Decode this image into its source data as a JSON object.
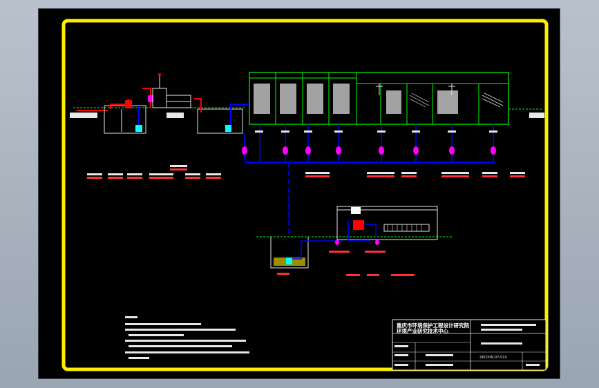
{
  "drawing": {
    "title_block": {
      "org_line1": "重庆市环境保护工程设计研究院",
      "org_line2": "环境产业研究技术中心",
      "drawing_no": "ZKC008-D7-010"
    }
  },
  "colors": {
    "background": "#000000",
    "frame": "#ffee00",
    "water_line": "#0000ff",
    "sludge_line": "#ff0000",
    "pump": "#ff00ff",
    "structure": "#00ff00",
    "dimension": "#00ffff",
    "label": "#ff3333",
    "text": "#e8e8e8"
  }
}
